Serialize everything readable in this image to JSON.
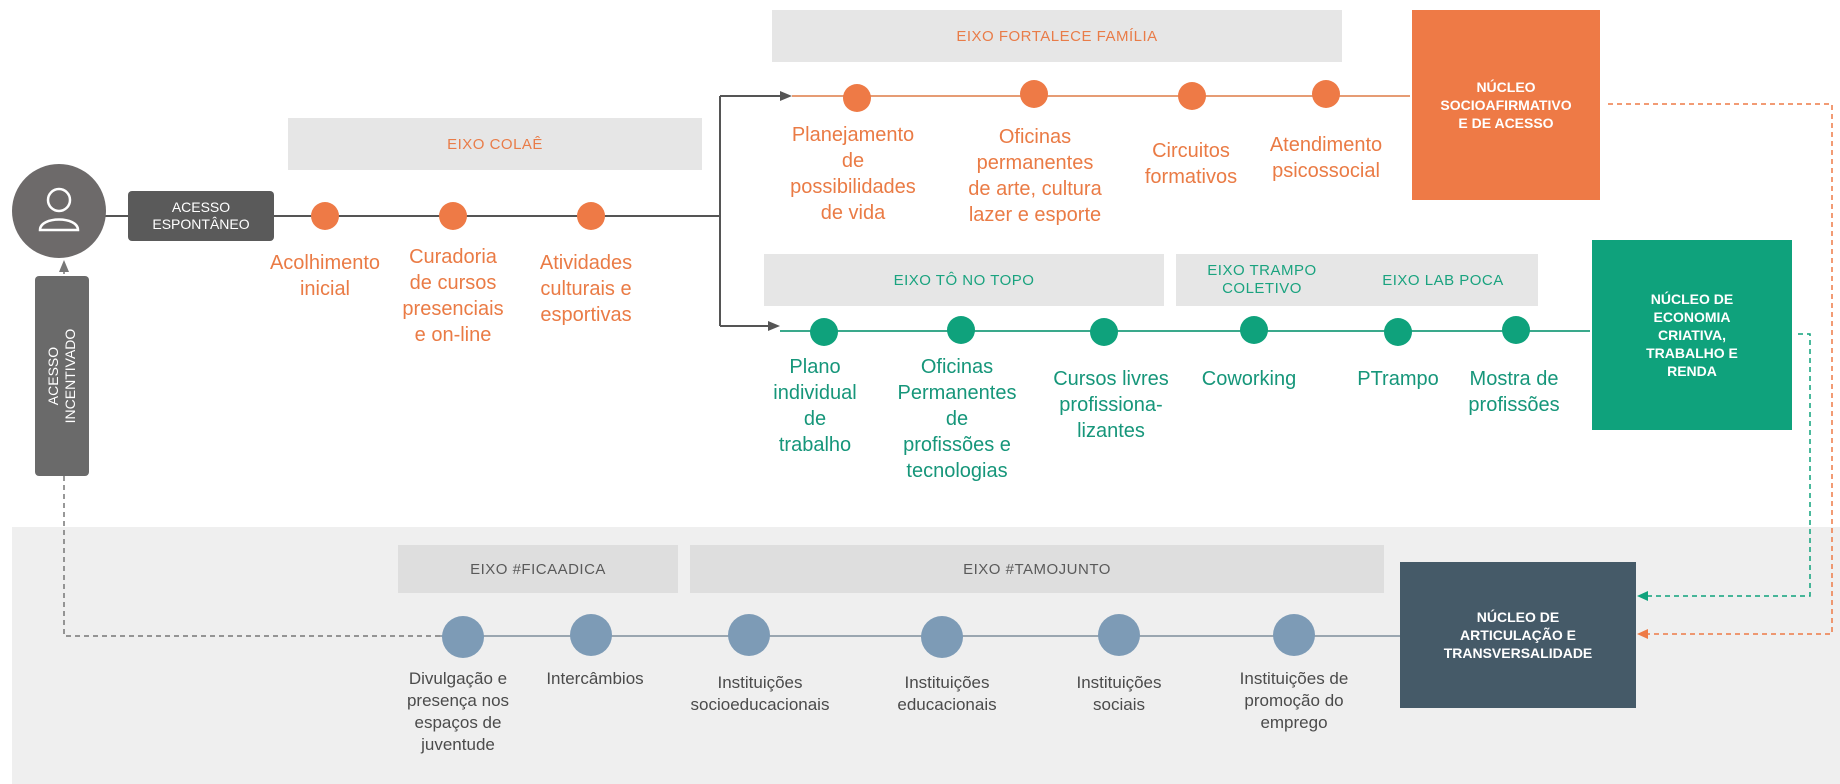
{
  "colors": {
    "orange": "#ee7a46",
    "teal": "#0fa27c",
    "slate": "#455a68",
    "gray": "#5f5f5f"
  },
  "icons": {
    "person": "person-icon"
  },
  "acesso_espontaneo": "ACESSO\nESPONTÂNEO",
  "acesso_incentivado": "ACESSO\nINCENTIVADO",
  "axes": {
    "colae": "EIXO COLAÊ",
    "fortalece": "EIXO FORTALECE FAMÍLIA",
    "tonotopo": "EIXO TÔ NO TOPO",
    "trampo": "EIXO TRAMPO\nCOLETIVO",
    "labpoca": "EIXO LAB POCA",
    "ficaadica": "EIXO #FICAADICA",
    "tamojunto": "EIXO #TAMOJUNTO"
  },
  "colae_items": [
    "Acolhimento\ninicial",
    "Curadoria\nde cursos\npresenciais\ne on-line",
    "Atividades\nculturais e\nesportivas"
  ],
  "fortalece_items": [
    "Planejamento\nde\npossibilidades\nde vida",
    "Oficinas\npermanentes\nde arte, cultura\nlazer e esporte",
    "Circuitos\nformativos",
    "Atendimento\npsicossocial"
  ],
  "teal_items": [
    "Plano\nindividual\nde\ntrabalho",
    "Oficinas\nPermanentes\nde\nprofissões e\ntecnologias",
    "Cursos livres\nprofissiona-\nlizantes",
    "Coworking",
    "PTrampo",
    "Mostra de\nprofissões"
  ],
  "bottom_items": [
    "Divulgação e\npresença nos\nespaços de\njuventude",
    "Intercâmbios",
    "Instituições\nsocioeducacionais",
    "Instituições\neducacionais",
    "Instituições\nsociais",
    "Instituições de\npromoção do\nemprego"
  ],
  "nucleos": {
    "socio": "NÚCLEO\nSOCIOAFIRMATIVO\nE DE ACESSO",
    "economia": "NÚCLEO DE\nECONOMIA\nCRIATIVA,\nTRABALHO E\nRENDA",
    "articulacao": "NÚCLEO DE\nARTICULAÇÃO E\nTRANSVERSALIDADE"
  }
}
